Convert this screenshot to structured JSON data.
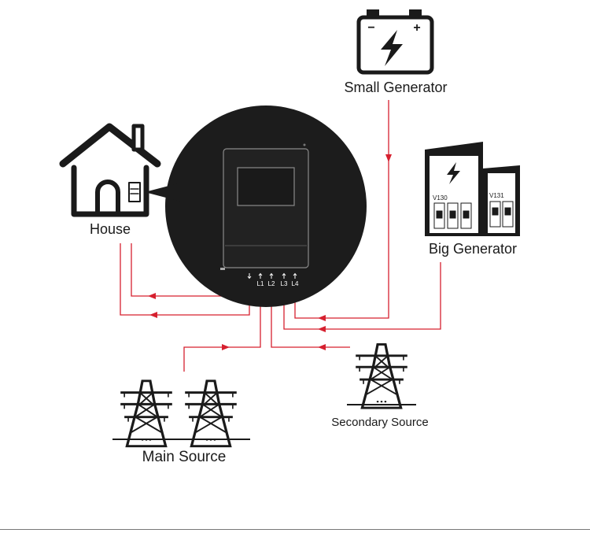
{
  "labels": {
    "house": "House",
    "small_generator": "Small Generator",
    "big_generator": "Big Generator",
    "main_source": "Main Source",
    "secondary_source": "Secondary Source"
  },
  "ports": [
    "L1",
    "L2",
    "L3",
    "L4"
  ],
  "big_generator_panels": [
    "V130",
    "V131"
  ],
  "battery_terminals": [
    "−",
    "+"
  ],
  "colors": {
    "wire": "#d6202f",
    "ink": "#1a1a1a",
    "device_circle": "#1c1c1c"
  }
}
